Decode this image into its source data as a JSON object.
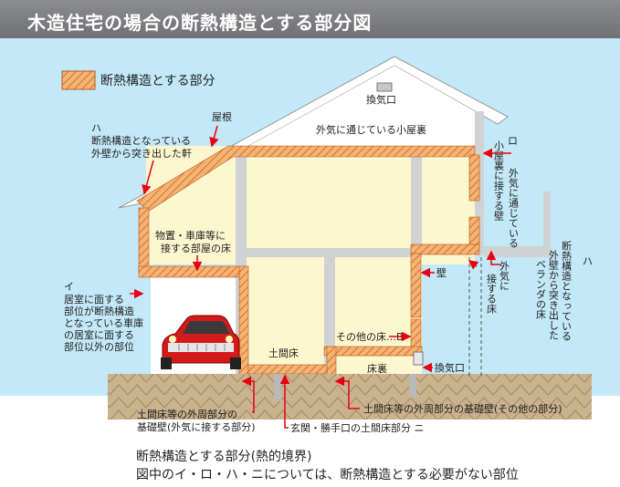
{
  "title": "木造住宅の場合の断熱構造とする部分図",
  "legend_label": "断熱構造とする部分",
  "labels": {
    "kanki_roof": "換気口",
    "attic": "外気に通じている小屋裏",
    "yane": "屋根",
    "ha_eave_kana": "ハ",
    "ha_eave_1": "断熱構造となっている",
    "ha_eave_2": "外壁から突き出した軒",
    "ro_kana": "ロ",
    "ro_1": "外気に通じている",
    "ro_2": "小屋裏に接する壁",
    "storage_1": "物置・車庫等に",
    "storage_2": "接する部屋の床",
    "i_kana": "イ",
    "i_1": "居室に面する",
    "i_2": "部位が断熱構造",
    "i_3": "となっている車庫",
    "i_4": "の居室に面する",
    "i_5": "部位以外の部位",
    "wall": "壁",
    "outside_floor_1": "外気に",
    "outside_floor_2": "接する床",
    "ha_veranda_kana": "ハ",
    "ha_veranda_1": "断熱構造となっている",
    "ha_veranda_2": "外壁から突き出した",
    "ha_veranda_3": "ベランダの床",
    "other_floor": "その他の床…B",
    "doma": "土間床",
    "yukaura": "床裏",
    "kanki_base": "換気口",
    "found_ext_1": "土間床等の外周部分の",
    "found_ext_2": "基礎壁(外気に接する部分)",
    "found_other": "土間床等の外周部分の基礎壁(その他の部分)",
    "entrance": "玄関・勝手口の土間床部分 ニ"
  },
  "caption": {
    "line1": "断熱構造とする部分(熱的境界)",
    "line2": "図中のイ・ロ・ハ・ニについては、断熱構造とする必要がない部位"
  },
  "colors": {
    "banner": "#7d7e81",
    "sky": "#bfe7f7",
    "interior": "#fdf7cf",
    "insulation": "#e98a3f",
    "structure": "#d1d2d4",
    "ground": "#c7b08c",
    "arrow": "#e60012",
    "car": "#d51a1a"
  },
  "icons": {
    "car": "car-icon",
    "arrow": "red-arrow-icon"
  }
}
